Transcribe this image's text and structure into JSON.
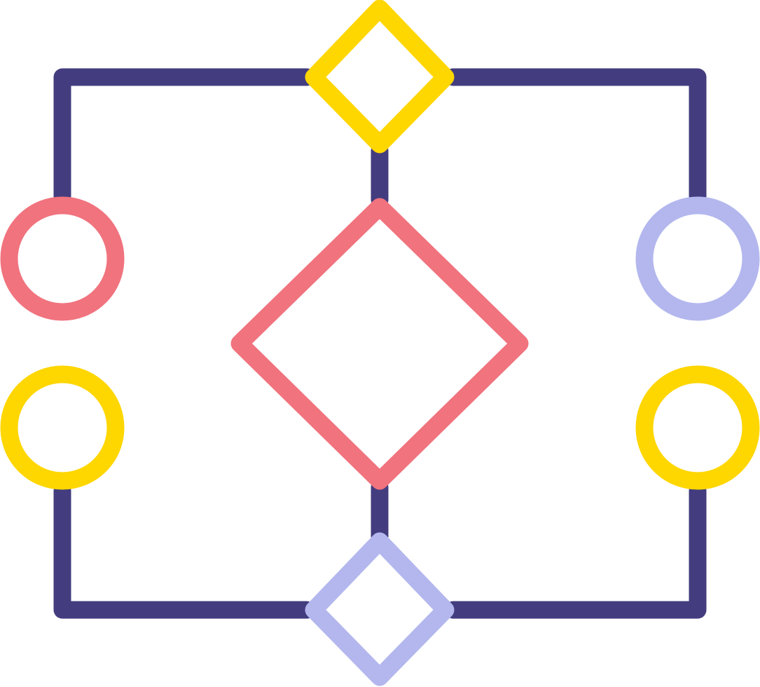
{
  "icon": {
    "name": "workflow-flowchart-icon",
    "style": "outline",
    "background": "#ffffff"
  },
  "palette": {
    "frame": "#433d7f",
    "yellow": "#fed600",
    "coral": "#f0737e",
    "lavender": "#b3b7ee"
  },
  "shapes": {
    "top_diamond": {
      "color": "yellow"
    },
    "center_diamond": {
      "color": "coral"
    },
    "bottom_diamond": {
      "color": "lavender"
    },
    "left_upper_circle": {
      "color": "coral"
    },
    "left_lower_circle": {
      "color": "yellow"
    },
    "right_upper_circle": {
      "color": "lavender"
    },
    "right_lower_circle": {
      "color": "yellow"
    }
  }
}
